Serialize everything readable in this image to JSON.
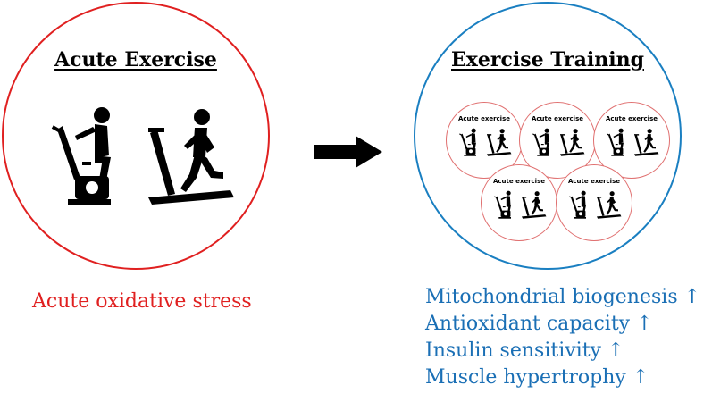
{
  "left": {
    "title": "Acute Exercise",
    "caption": "Acute oxidative stress",
    "color": "#e02020",
    "icons": [
      "stationary-bike-icon",
      "treadmill-runner-icon"
    ]
  },
  "right": {
    "title": "Exercise Training",
    "color": "#1a7fc1",
    "mini_circle_label": "Acute exercise",
    "mini_circle_count": 5,
    "adaptations": [
      "Mitochondrial biogenesis ↑",
      "Antioxidant capacity ↑",
      "Insulin sensitivity ↑",
      "Muscle hypertrophy ↑"
    ]
  },
  "connector": {
    "icon": "right-arrow-icon"
  }
}
